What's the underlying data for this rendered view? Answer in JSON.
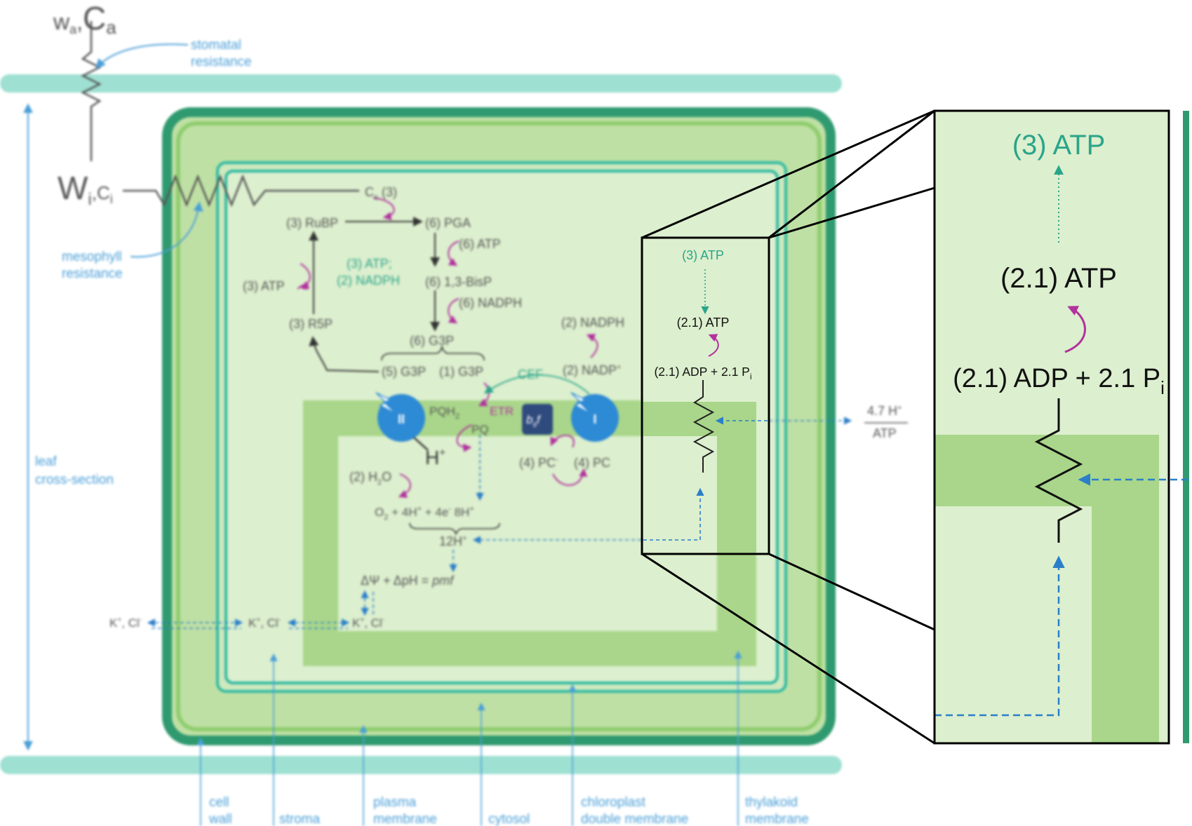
{
  "top": {
    "wa": "w",
    "wa_sub": "a",
    "sep": ",",
    "ca": "C",
    "ca_sub": "a"
  },
  "middle": {
    "wi": "W",
    "wi_sub": "i",
    "ci": "C",
    "ci_sub": "i",
    "cc": "C",
    "cc_sub": "c",
    "cc_count": "(3)"
  },
  "annotations": {
    "stomatal": [
      "stomatal",
      "resistance"
    ],
    "mesophyll": [
      "mesophyll",
      "resistance"
    ],
    "leaf": [
      "leaf",
      "cross-section"
    ]
  },
  "calvin": {
    "rubp": "(3) RuBP",
    "pga": "(6) PGA",
    "atp6": "(6) ATP",
    "bisp": "(6) 1,3-BisP",
    "nadph6": "(6) NADPH",
    "g3p6": "(6) G3P",
    "g3p5": "(5) G3P",
    "g3p1": "(1) G3P",
    "r5p": "(3) R5P",
    "atp3": "(3) ATP",
    "summary": [
      "(3) ATP;",
      "(2) NADPH"
    ]
  },
  "light": {
    "nadph2": "(2) NADPH",
    "nadp2": "(2) NADP",
    "nadp_sup": "+",
    "cef": "CEF",
    "etr": "ETR",
    "pqh2": "PQH",
    "pqh2_sub": "2",
    "pq": "PQ",
    "b6f": "b",
    "b6f_sub": "6",
    "b6f_f": "f",
    "ps2": "II",
    "ps1": "I",
    "h": "H",
    "h_sup": "+",
    "pc_minus": "(4) PC",
    "pc_minus_sup": "-",
    "pc": "(4) PC",
    "h2o": "(2) H",
    "h2o_sub": "2",
    "h2o_o": "O",
    "o2_line": [
      "O",
      "2",
      " + 4H",
      "+",
      " + 4e",
      "-",
      "   8H",
      "+"
    ],
    "h12": "12H",
    "h12_sup": "+",
    "pmf": "ΔΨ + ΔpH = ",
    "pmf_it": "pmf",
    "ions": "K",
    "ions_rest": ", Cl",
    "ions_sup1": "+",
    "ions_sup2": "-"
  },
  "ratio": {
    "num": "4.7 H",
    "num_sup": "+",
    "den": "ATP"
  },
  "inset_small": {
    "atp3": "(3) ATP",
    "atp21": "(2.1) ATP",
    "adp": "(2.1) ADP + 2.1 P",
    "adp_sub": "i"
  },
  "inset_large": {
    "atp3": "(3) ATP",
    "atp21": "(2.1) ATP",
    "adp": "(2.1) ADP + 2.1 P",
    "adp_sub": "i"
  },
  "bottom": {
    "cell_wall": [
      "cell",
      "wall"
    ],
    "stroma": [
      "stroma"
    ],
    "plasma": [
      "plasma",
      "membrane"
    ],
    "cytosol": [
      "cytosol"
    ],
    "chloroplast": [
      "chloroplast",
      "double membrane"
    ],
    "thylakoid": [
      "thylakoid",
      "membrane"
    ]
  },
  "colors": {
    "teal_band": "#9ee0d2",
    "cell_wall": "#2f9a70",
    "cytosol_fill": "#bfe0a4",
    "chloroplast_line": "#2fb9a2",
    "stroma_fill": "#dcefce",
    "thylakoid_fill": "#a9d68a",
    "blue": "#4a9fd8",
    "dashed_blue": "#2b7fc9",
    "magenta": "#b2329e",
    "green_text": "#2aa58a",
    "ps_blue": "#2d8ad4",
    "b6f_navy": "#2f4a7d"
  }
}
